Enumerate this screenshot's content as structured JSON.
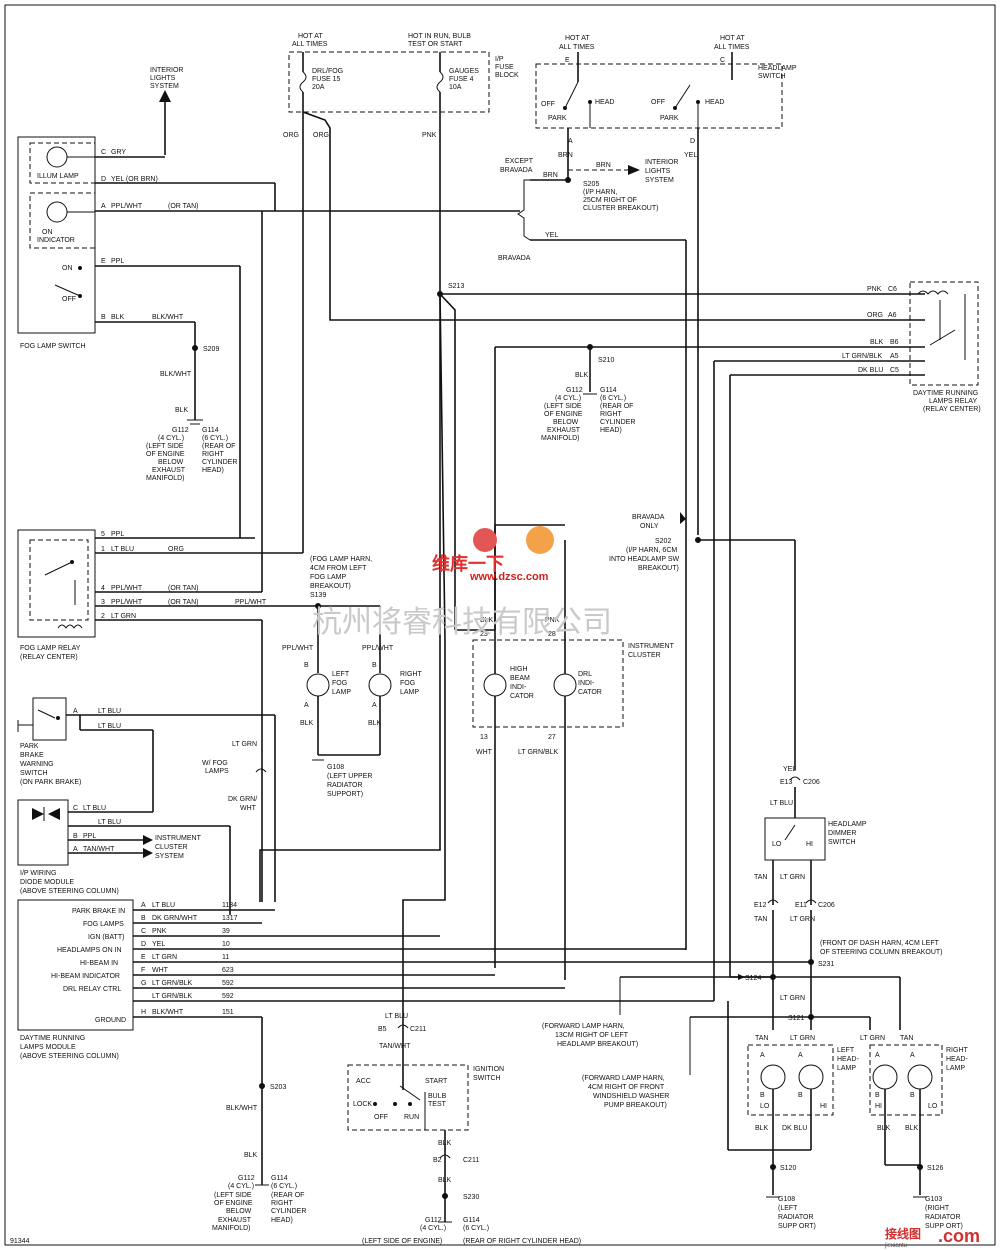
{
  "labels": {
    "interior_lights_top": [
      "INTERIOR",
      "LIGHTS",
      "SYSTEM"
    ],
    "hot_all_1": [
      "HOT AT",
      "ALL TIMES"
    ],
    "hot_run": [
      "HOT IN RUN, BULB",
      "TEST OR START"
    ],
    "ip_fuse_block": [
      "I/P",
      "FUSE",
      "BLOCK"
    ],
    "fuse15": [
      "DRL/FOG",
      "FUSE 15",
      "20A"
    ],
    "fuse4": [
      "GAUGES",
      "FUSE 4",
      "10A"
    ],
    "hot_all_2": [
      "HOT AT",
      "ALL TIMES"
    ],
    "hot_all_3": [
      "HOT AT",
      "ALL TIMES"
    ],
    "headlamp_switch": [
      "HEADLAMP",
      "SWITCH"
    ],
    "off": "OFF",
    "park": "PARK",
    "head": "HEAD",
    "except_bravada": [
      "EXCEPT",
      "BRAVADA"
    ],
    "bravada": "BRAVADA",
    "s205": [
      "S205",
      "(I/P HARN,",
      "25CM RIGHT OF",
      "CLUSTER BREAKOUT)"
    ],
    "interior_lights_right": [
      "INTERIOR",
      "LIGHTS",
      "SYSTEM"
    ],
    "illum_lamp": "ILLUM LAMP",
    "on_indicator": [
      "ON",
      "INDICATOR"
    ],
    "on": "ON",
    "fog_lamp_switch": "FOG LAMP SWITCH",
    "s209": "S209",
    "g112_left": [
      "G112",
      "(4 CYL.)",
      "(LEFT SIDE",
      "OF ENGINE",
      "BELOW",
      "EXHAUST",
      "MANIFOLD)"
    ],
    "g114_left": [
      "G114",
      "(6 CYL.)",
      "(REAR OF",
      "RIGHT",
      "CYLINDER",
      "HEAD)"
    ],
    "s213": "S213",
    "s210": "S210",
    "g112_mid": [
      "G112",
      "(4 CYL.)",
      "(LEFT SIDE",
      "OF ENGINE",
      "BELOW",
      "EXHAUST",
      "MANIFOLD)"
    ],
    "g114_mid": [
      "G114",
      "(6 CYL.)",
      "(REAR OF",
      "RIGHT",
      "CYLINDER",
      "HEAD)"
    ],
    "drl_relay": [
      "DAYTIME RUNNING",
      "LAMPS RELAY",
      "(RELAY CENTER)"
    ],
    "relay_pins": [
      {
        "wire": "PNK",
        "pin": "C6"
      },
      {
        "wire": "ORG",
        "pin": "A6"
      },
      {
        "wire": "BLK",
        "pin": "B6"
      },
      {
        "wire": "LT GRN/BLK",
        "pin": "A5"
      },
      {
        "wire": "DK BLU",
        "pin": "C5"
      }
    ],
    "bravada_only": [
      "BRAVADA",
      "ONLY"
    ],
    "s202": [
      "S202",
      "(I/P HARN, 6CM",
      "INTO HEADLAMP SW",
      "BREAKOUT)"
    ],
    "fog_relay": [
      "FOG LAMP RELAY",
      "(RELAY CENTER)"
    ],
    "s139": [
      "(FOG LAMP HARN,",
      "4CM FROM LEFT",
      "FOG LAMP",
      "BREAKOUT)",
      "S139"
    ],
    "left_fog_lamp": [
      "LEFT",
      "FOG",
      "LAMP"
    ],
    "right_fog_lamp": [
      "RIGHT",
      "FOG",
      "LAMP"
    ],
    "g108_left": [
      "G108",
      "(LEFT UPPER",
      "RADIATOR",
      "SUPPORT)"
    ],
    "w_fog_lamps": [
      "W/ FOG",
      "LAMPS"
    ],
    "high_beam_ind": [
      "HIGH",
      "BEAM",
      "INDI-",
      "CATOR"
    ],
    "drl_ind": [
      "DRL",
      "INDI-",
      "CATOR"
    ],
    "instrument_cluster": [
      "INSTRUMENT",
      "CLUSTER"
    ],
    "park_brake": [
      "PARK",
      "BRAKE",
      "WARNING",
      "SWITCH",
      "(ON PARK BRAKE)"
    ],
    "diode_module": [
      "I/P WIRING",
      "DIODE MODULE",
      "(ABOVE STEERING COLUMN)"
    ],
    "instrument_cluster_system": [
      "INSTRUMENT",
      "CLUSTER",
      "SYSTEM"
    ],
    "drl_module": [
      "DAYTIME RUNNING",
      "LAMPS MODULE",
      "(ABOVE STEERING COLUMN)"
    ],
    "module_rows": [
      {
        "name": "PARK BRAKE IN",
        "pin": "A",
        "wire": "LT BLU",
        "circuit": "1134"
      },
      {
        "name": "FOG LAMPS",
        "pin": "B",
        "wire": "DK GRN/WHT",
        "circuit": "1317"
      },
      {
        "name": "IGN (BATT)",
        "pin": "C",
        "wire": "PNK",
        "circuit": "39"
      },
      {
        "name": "HEADLAMPS ON IN",
        "pin": "D",
        "wire": "YEL",
        "circuit": "10"
      },
      {
        "name": "HI-BEAM IN",
        "pin": "E",
        "wire": "LT GRN",
        "circuit": "11"
      },
      {
        "name": "HI-BEAM INDICATOR",
        "pin": "F",
        "wire": "WHT",
        "circuit": "623"
      },
      {
        "name": "DRL RELAY CTRL",
        "pin": "G",
        "wire": "LT GRN/BLK",
        "circuit": "592"
      },
      {
        "name": "",
        "pin": "",
        "wire": "LT GRN/BLK",
        "circuit": "592"
      },
      {
        "name": "GROUND",
        "pin": "H",
        "wire": "BLK/WHT",
        "circuit": "151"
      }
    ],
    "s203": "S203",
    "g112_bottom": [
      "G112",
      "(4 CYL.)",
      "(LEFT SIDE",
      "OF ENGINE",
      "BELOW",
      "EXHAUST",
      "MANIFOLD)"
    ],
    "g114_bottom": [
      "G114",
      "(6 CYL.)",
      "(REAR OF",
      "RIGHT",
      "CYLINDER",
      "HEAD)"
    ],
    "ignition_switch": [
      "IGNITION",
      "SWITCH"
    ],
    "ign_pos": {
      "acc": "ACC",
      "lock": "LOCK",
      "off": "OFF",
      "run": "RUN",
      "start": "START",
      "bulb_test": [
        "BULB",
        "TEST"
      ]
    },
    "s230": "S230",
    "g_bottom_center": [
      "G112",
      "(4 CYL.)",
      "(LEFT SIDE OF ENGINE)"
    ],
    "g114_bottom_center": [
      "G114",
      "(6 CYL.)",
      "(REAR OF RIGHT CYLINDER HEAD)"
    ],
    "dimmer_switch": [
      "HEADLAMP",
      "DIMMER",
      "SWITCH"
    ],
    "lo": "LO",
    "hi": "HI",
    "s231": [
      "(FRONT OF DASH HARN, 4CM LEFT",
      "OF STEERING COLUMN BREAKOUT)",
      "S231"
    ],
    "fwd_13": [
      "(FORWARD LAMP HARN,",
      "13CM RIGHT OF LEFT",
      "HEADLAMP BREAKOUT)"
    ],
    "fwd_4": [
      "(FORWARD LAMP HARN,",
      "4CM RIGHT OF FRONT",
      "WINDSHIELD WASHER",
      "PUMP BREAKOUT)"
    ],
    "s124": "S124",
    "s121": "S121",
    "left_headlamp": [
      "LEFT",
      "HEAD-",
      "LAMP"
    ],
    "right_headlamp": [
      "RIGHT",
      "HEAD-",
      "LAMP"
    ],
    "s120": "S120",
    "s126": "S126",
    "g108_bottom": [
      "G108",
      "(LEFT",
      "RADIATOR",
      "SUPP ORT)"
    ],
    "g103_bottom": [
      "G103",
      "(RIGHT",
      "RADIATOR",
      "SUPP ORT)"
    ],
    "page_id": "91344"
  },
  "wire_labels": {
    "gry": "GRY",
    "yel_or_brn": "YEL (OR BRN)",
    "ppl_wht": "PPL/WHT",
    "or_tan": "(OR TAN)",
    "ppl": "PPL",
    "blk": "BLK",
    "blk_wht": "BLK/WHT",
    "org": "ORG",
    "pnk": "PNK",
    "brn": "BRN",
    "yel": "YEL",
    "lt_blu": "LT BLU",
    "lt_grn": "LT GRN",
    "wht": "WHT",
    "lt_grn_blk": "LT GRN/BLK",
    "dk_grn_wht": [
      "DK GRN/",
      "WHT"
    ],
    "tan_wht": "TAN/WHT",
    "tan": "TAN",
    "dk_blu": "DK BLU"
  },
  "pins": {
    "c": "C",
    "d": "D",
    "a": "A",
    "e": "E",
    "b": "B",
    "n5": "5",
    "n1": "1",
    "n4": "4",
    "n3": "3",
    "n2": "2",
    "n23": "23",
    "n28": "28",
    "n13": "13",
    "n27": "27",
    "e13": "E13",
    "e12": "E12",
    "e11": "E11",
    "b5": "B5",
    "b2": "B2",
    "c206": "C206",
    "c211": "C211"
  },
  "watermark": {
    "company": "杭州将睿科技有限公司",
    "brand": "维库一下",
    "url": "www.dzsc.com",
    "corner_brand": "接线图",
    "corner_url": "jiexiantu",
    "corner_com": ".com"
  }
}
